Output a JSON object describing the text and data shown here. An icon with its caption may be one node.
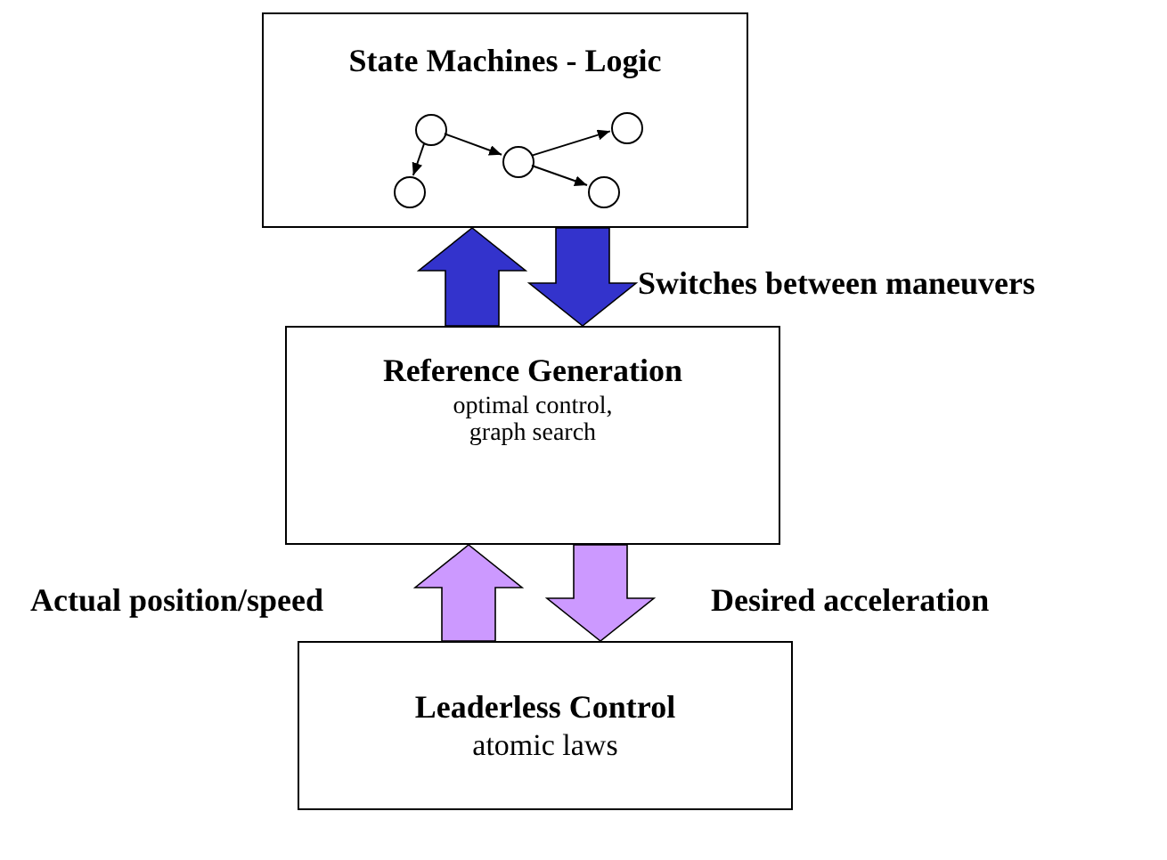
{
  "diagram": {
    "nodes": [
      {
        "text": [
          "State Machines - Logic"
        ]
      },
      {
        "text": [
          "Reference Generation",
          "optimal control, graph search"
        ]
      },
      {
        "text": [
          "Leaderless Control",
          "atomic laws"
        ]
      },
      {
        "text": [],
        "shape": "circle",
        "in": 0
      },
      {
        "text": [],
        "shape": "circle",
        "in": 0
      },
      {
        "text": [],
        "shape": "circle",
        "in": 0
      },
      {
        "text": [],
        "shape": "circle",
        "in": 0
      },
      {
        "text": [],
        "shape": "circle",
        "in": 0
      }
    ],
    "edges": [
      {
        "from": 4,
        "to": 3,
        "arrow": "to"
      },
      {
        "from": 4,
        "to": 5,
        "arrow": "to"
      },
      {
        "from": 5,
        "to": 7,
        "arrow": "to"
      },
      {
        "from": 5,
        "to": 6,
        "arrow": "to"
      },
      {
        "from": 1,
        "to": 0,
        "arrow": "to",
        "style": "thick",
        "color": "#3333cc"
      },
      {
        "from": 0,
        "to": 1,
        "arrow": "to",
        "style": "thick",
        "color": "#3333cc",
        "label": "Switches between maneuvers"
      },
      {
        "from": 2,
        "to": 1,
        "arrow": "to",
        "style": "thick",
        "color": "#cc99ff",
        "label": "Actual position/speed"
      },
      {
        "from": 1,
        "to": 2,
        "arrow": "to",
        "style": "thick",
        "color": "#cc99ff",
        "label": "Desired acceleration"
      }
    ]
  }
}
